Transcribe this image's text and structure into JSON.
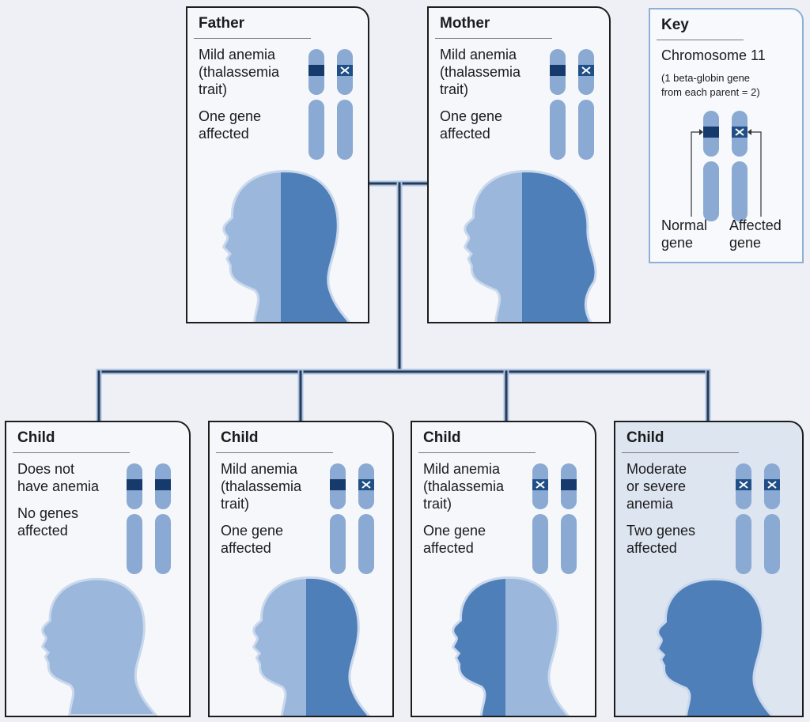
{
  "colors": {
    "chromosome": "#8aaad3",
    "normal_band": "#163a6b",
    "affected_band": "#1f4f86",
    "face_light": "#9bb8dc",
    "face_dark": "#4f7fb8",
    "face_outline": "#c9d8ec",
    "connector": "#2a3a55",
    "connector_halo": "#a9c3e3"
  },
  "parents": [
    {
      "title": "Father",
      "desc": [
        "Mild anemia",
        "(thalassemia",
        "trait)"
      ],
      "genes_text": [
        "One gene",
        "affected"
      ],
      "chromosomes": [
        "normal",
        "affected"
      ],
      "face": "split",
      "gender": "male"
    },
    {
      "title": "Mother",
      "desc": [
        "Mild anemia",
        "(thalassemia",
        "trait)"
      ],
      "genes_text": [
        "One gene",
        "affected"
      ],
      "chromosomes": [
        "normal",
        "affected"
      ],
      "face": "split",
      "gender": "female"
    }
  ],
  "children": [
    {
      "title": "Child",
      "desc": [
        "Does not",
        "have anemia"
      ],
      "genes_text": [
        "No genes",
        "affected"
      ],
      "chromosomes": [
        "normal",
        "normal"
      ],
      "face": "light"
    },
    {
      "title": "Child",
      "desc": [
        "Mild anemia",
        "(thalassemia",
        "trait)"
      ],
      "genes_text": [
        "One gene",
        "affected"
      ],
      "chromosomes": [
        "normal",
        "affected"
      ],
      "face": "split"
    },
    {
      "title": "Child",
      "desc": [
        "Mild anemia",
        "(thalassemia",
        "trait)"
      ],
      "genes_text": [
        "One gene",
        "affected"
      ],
      "chromosomes": [
        "affected",
        "normal"
      ],
      "face": "split-reverse"
    },
    {
      "title": "Child",
      "desc": [
        "Moderate",
        "or severe",
        "anemia"
      ],
      "genes_text": [
        "Two genes",
        "affected"
      ],
      "chromosomes": [
        "affected",
        "affected"
      ],
      "face": "dark"
    }
  ],
  "key": {
    "title": "Key",
    "subtitle": "Chromosome 11",
    "note_line1": "(1 beta-globin gene",
    "note_line2": "from each parent = 2)",
    "normal_label_1": "Normal",
    "normal_label_2": "gene",
    "affected_label_1": "Affected",
    "affected_label_2": "gene"
  }
}
